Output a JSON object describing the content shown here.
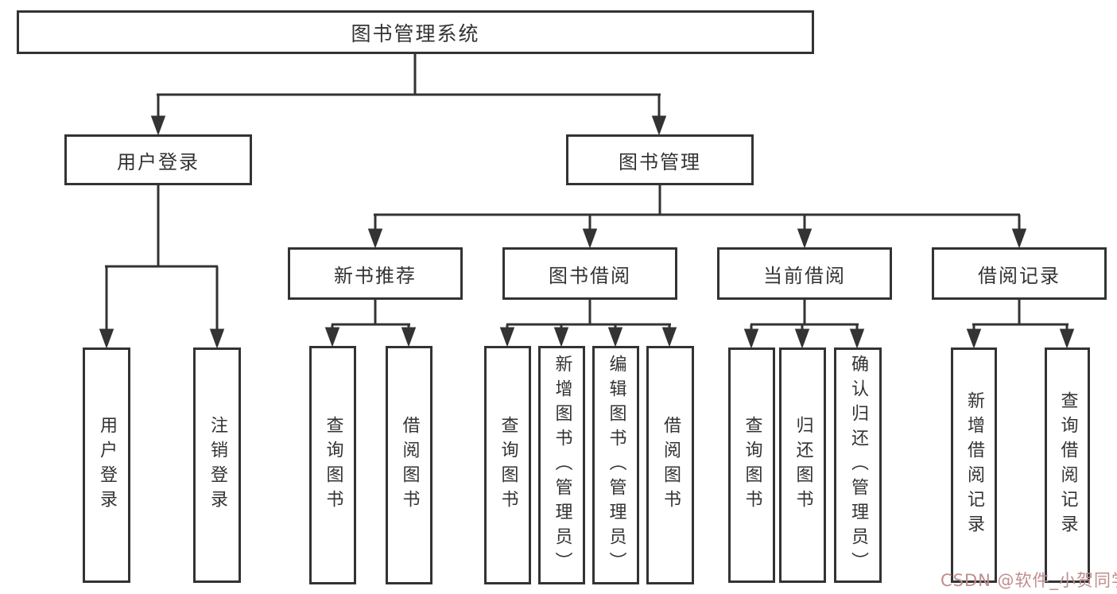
{
  "diagram": {
    "title": "图书管理系统",
    "tree": {
      "root": "图书管理系统",
      "branches": [
        {
          "label": "用户登录",
          "children": [
            "用户登录",
            "注销登录"
          ]
        },
        {
          "label": "图书管理",
          "groups": [
            {
              "label": "新书推荐",
              "children": [
                "查询图书",
                "借阅图书"
              ]
            },
            {
              "label": "图书借阅",
              "children": [
                "查询图书",
                "新增图书（管理员）",
                "编辑图书（管理员）",
                "借阅图书"
              ]
            },
            {
              "label": "当前借阅",
              "children": [
                "查询图书",
                "归还图书",
                "确认归还（管理员）"
              ]
            },
            {
              "label": "借阅记录",
              "children": [
                "新增借阅记录",
                "查询借阅记录"
              ]
            }
          ]
        }
      ]
    }
  },
  "watermark": {
    "text": "CSDN @软件_小贺同学",
    "color": "#c08d8d"
  },
  "colors": {
    "background": "#ffffff",
    "line": "#333333",
    "box_border": "#333333",
    "text": "#333333"
  }
}
